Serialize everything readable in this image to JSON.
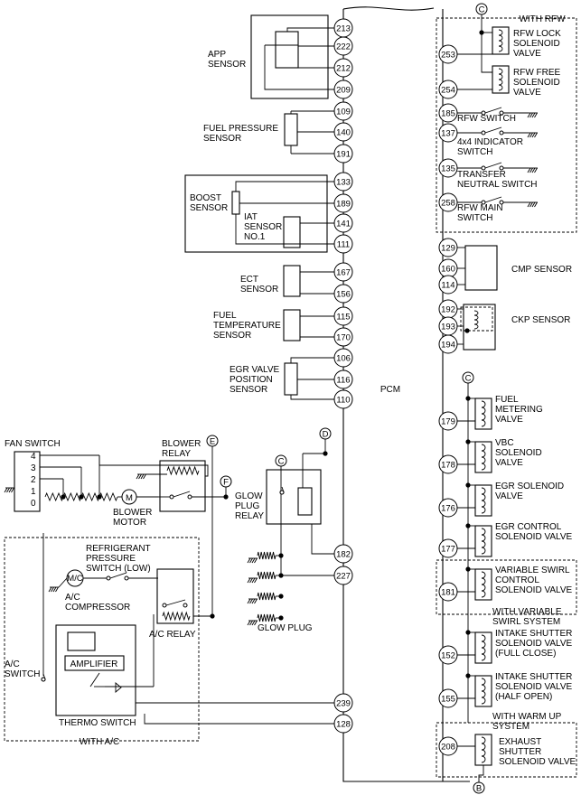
{
  "pcm_label": "PCM",
  "left_sensors": [
    {
      "key": "app",
      "lines": [
        "APP",
        "SENSOR"
      ],
      "pins": [
        "213",
        "222",
        "212",
        "209"
      ]
    },
    {
      "key": "fuel-pressure",
      "lines": [
        "FUEL PRESSURE",
        "SENSOR"
      ],
      "pins": [
        "109",
        "140",
        "191"
      ]
    },
    {
      "key": "boost",
      "lines": [
        "BOOST",
        "SENSOR"
      ],
      "pins": [
        "133",
        "189"
      ]
    },
    {
      "key": "iat",
      "lines": [
        "IAT",
        "SENSOR",
        "NO.1"
      ],
      "pins": [
        "141",
        "111"
      ]
    },
    {
      "key": "ect",
      "lines": [
        "ECT",
        "SENSOR"
      ],
      "pins": [
        "167",
        "156"
      ]
    },
    {
      "key": "fuel-temp",
      "lines": [
        "FUEL",
        "TEMPERATURE",
        "SENSOR"
      ],
      "pins": [
        "115",
        "170"
      ]
    },
    {
      "key": "egr-position",
      "lines": [
        "EGR VALVE",
        "POSITION",
        "SENSOR"
      ],
      "pins": [
        "106",
        "116",
        "110"
      ]
    }
  ],
  "left_lower_pins": [
    "182",
    "227",
    "239",
    "128"
  ],
  "right_pins": [
    "253",
    "254",
    "185",
    "137",
    "135",
    "258",
    "129",
    "160",
    "114",
    "192",
    "193",
    "194",
    "179",
    "178",
    "176",
    "177",
    "181",
    "152",
    "155",
    "208"
  ],
  "right_labels": {
    "with_rfw": "WITH RFW",
    "rfw_lock": [
      "RFW LOCK",
      "SOLENOID",
      "VALVE"
    ],
    "rfw_free": [
      "RFW FREE",
      "SOLENOID",
      "VALVE"
    ],
    "rfw_switch": [
      "RFW SWITCH"
    ],
    "indicator": [
      "4x4 INDICATOR",
      "SWITCH"
    ],
    "transfer": [
      "TRANSFER",
      "NEUTRAL SWITCH"
    ],
    "rfw_main": [
      "RFW MAIN",
      "SWITCH"
    ],
    "cmp": [
      "CMP SENSOR"
    ],
    "ckp": [
      "CKP SENSOR"
    ],
    "fuel_metering": [
      "FUEL",
      "METERING",
      "VALVE"
    ],
    "vbc": [
      "VBC",
      "SOLENOID",
      "VALVE"
    ],
    "egr_solenoid": [
      "EGR SOLENOID",
      "VALVE"
    ],
    "egr_control": [
      "EGR CONTROL",
      "SOLENOID VALVE"
    ],
    "variable_swirl": [
      "VARIABLE SWIRL",
      "CONTROL",
      "SOLENOID VALVE"
    ],
    "with_variable_swirl": [
      "WITH VARIABLE",
      "SWIRL SYSTEM"
    ],
    "intake_full": [
      "INTAKE SHUTTER",
      "SOLENOID VALVE",
      "(FULL CLOSE)"
    ],
    "intake_half": [
      "INTAKE SHUTTER",
      "SOLENOID VALVE",
      "(HALF OPEN)"
    ],
    "with_warm_up": [
      "WITH WARM UP",
      "SYSTEM"
    ],
    "exhaust": [
      "EXHAUST",
      "SHUTTER",
      "SOLENOID VALVE"
    ]
  },
  "lower_left_labels": {
    "fan_switch": "FAN SWITCH",
    "fan_positions": [
      "4",
      "3",
      "2",
      "1",
      "0"
    ],
    "blower_relay": [
      "BLOWER",
      "RELAY"
    ],
    "blower_motor": [
      "BLOWER",
      "MOTOR"
    ],
    "motor_symbol": "M",
    "glow_plug_relay": [
      "GLOW",
      "PLUG",
      "RELAY"
    ],
    "glow_plug": "GLOW PLUG",
    "refrigerant": [
      "REFRIGERANT",
      "PRESSURE",
      "SWITCH (LOW)"
    ],
    "mc_symbol": "M/C",
    "ac_compressor": [
      "A/C",
      "COMPRESSOR"
    ],
    "ac_relay": "A/C RELAY",
    "ac_switch": [
      "A/C",
      "SWITCH"
    ],
    "amplifier": "AMPLIFIER",
    "thermo_switch": "THERMO SWITCH",
    "with_ac": "WITH A/C"
  },
  "connector_refs": [
    "C",
    "B",
    "D",
    "E",
    "F",
    "C",
    "C"
  ]
}
